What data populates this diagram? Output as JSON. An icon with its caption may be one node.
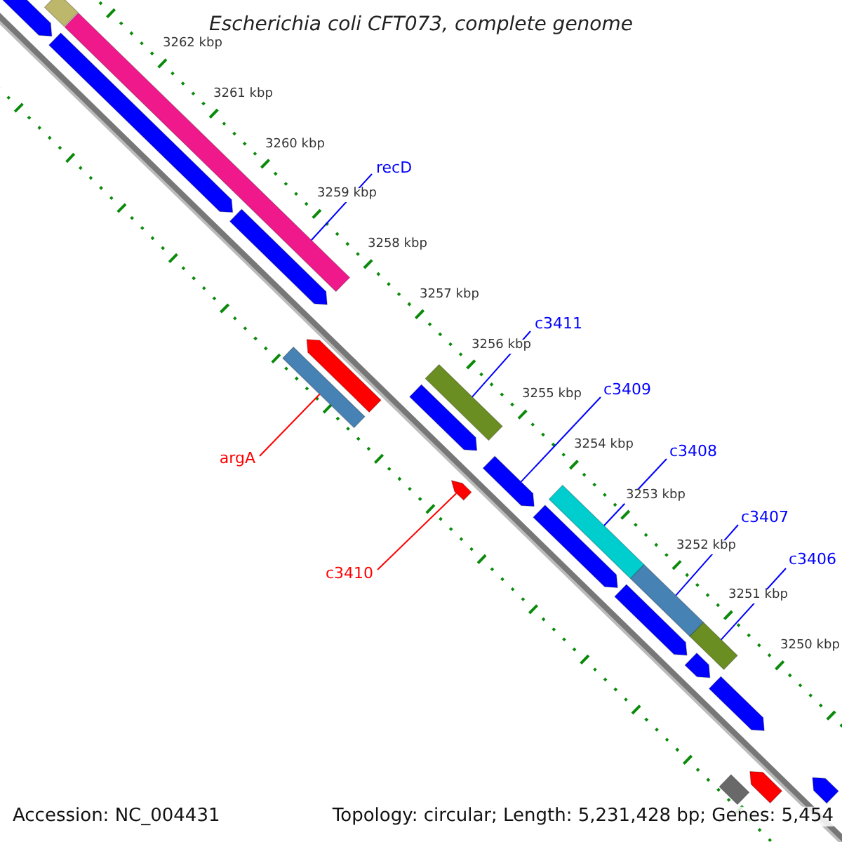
{
  "diagram": {
    "title": "Escherichia coli CFT073, complete genome",
    "nodes": [
      {
        "text": [
          "recD"
        ]
      },
      {
        "text": [
          "c3411"
        ]
      },
      {
        "text": [
          "c3409"
        ]
      },
      {
        "text": [
          "c3408"
        ]
      },
      {
        "text": [
          "c3407"
        ]
      },
      {
        "text": [
          "c3406"
        ]
      },
      {
        "text": [
          "argA"
        ]
      },
      {
        "text": [
          "c3410"
        ]
      },
      {
        "text": [],
        "shape": "bar"
      },
      {
        "text": [],
        "shape": "arrow"
      },
      {
        "text": [],
        "shape": "bar"
      },
      {
        "text": [],
        "shape": "arrow"
      },
      {
        "text": [],
        "shape": "arrow"
      },
      {
        "text": [],
        "shape": "bar"
      },
      {
        "text": [],
        "shape": "arrow"
      },
      {
        "text": [],
        "shape": "bar"
      },
      {
        "text": [],
        "shape": "arrow"
      },
      {
        "text": [],
        "shape": "arrow"
      },
      {
        "text": [],
        "shape": "arrow"
      },
      {
        "text": [],
        "shape": "bar"
      },
      {
        "text": [],
        "shape": "arrow"
      },
      {
        "text": [],
        "shape": "bar"
      },
      {
        "text": [],
        "shape": "arrow"
      },
      {
        "text": [],
        "shape": "bar"
      },
      {
        "text": [],
        "shape": "arrow"
      },
      {
        "text": [],
        "shape": "arrow"
      },
      {
        "text": [],
        "shape": "arrow"
      },
      {
        "text": [],
        "shape": "bar"
      },
      {
        "text": [],
        "shape": "arrow"
      }
    ],
    "edges": [
      {
        "from": 0,
        "to": 10,
        "arrow": "none"
      },
      {
        "from": 1,
        "to": 15,
        "arrow": "none"
      },
      {
        "from": 2,
        "to": 18,
        "arrow": "none"
      },
      {
        "from": 3,
        "to": 19,
        "arrow": "none"
      },
      {
        "from": 4,
        "to": 21,
        "arrow": "none"
      },
      {
        "from": 5,
        "to": 23,
        "arrow": "none"
      },
      {
        "from": 6,
        "to": 13,
        "arrow": "none",
        "color": "#ff0000"
      },
      {
        "from": 7,
        "to": 17,
        "arrow": "none",
        "color": "#ff0000"
      }
    ],
    "labels": [
      "3262 kbp",
      "3261 kbp",
      "3260 kbp",
      "3259 kbp",
      "3258 kbp",
      "3257 kbp",
      "3256 kbp",
      "3255 kbp",
      "3254 kbp",
      "3253 kbp",
      "3252 kbp",
      "3251 kbp",
      "3250 kbp",
      "Accession: NC_004431",
      "Topology: circular; Length: 5,231,428 bp; Genes: 5,454"
    ]
  }
}
